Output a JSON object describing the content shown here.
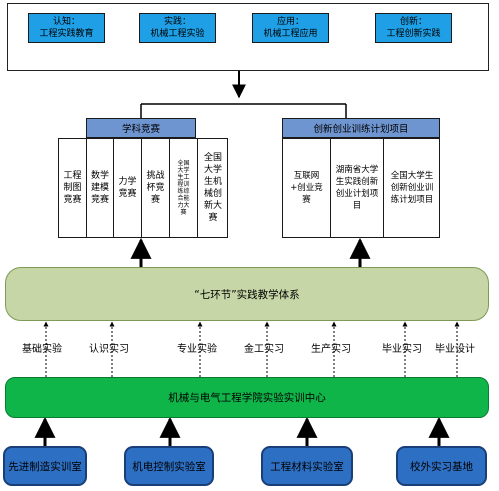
{
  "stages": [
    {
      "line1": "认知：",
      "line2": "工程实践教育"
    },
    {
      "line1": "实践：",
      "line2": "机械工程实验"
    },
    {
      "line1": "应用：",
      "line2": "机械工程应用"
    },
    {
      "line1": "创新：",
      "line2": "工程创新实践"
    }
  ],
  "competitions": {
    "title": "学科竞赛",
    "items": [
      "工程制图竞赛",
      "数学建模竞赛",
      "力学竞赛",
      "挑战杯竞赛",
      "全国大学生工程训练综合能力大赛",
      "全国大学生机械创新大赛"
    ]
  },
  "innovation": {
    "title": "创新创业训练计划项目",
    "items": [
      "互联网+创业竞赛",
      "湖南省大学生实践创新创业计划项目",
      "全国大学生创新创业训练计划项目"
    ]
  },
  "system": {
    "label": "“七环节”实践教学体系"
  },
  "practices": [
    "基础实验",
    "认识实习",
    "专业实验",
    "金工实习",
    "生产实习",
    "毕业实习",
    "毕业设计"
  ],
  "center": {
    "label": "机械与电气工程学院实验实训中心"
  },
  "labs": [
    "先进制造实训室",
    "机电控制实验室",
    "工程材料实验室",
    "校外实习基地"
  ]
}
